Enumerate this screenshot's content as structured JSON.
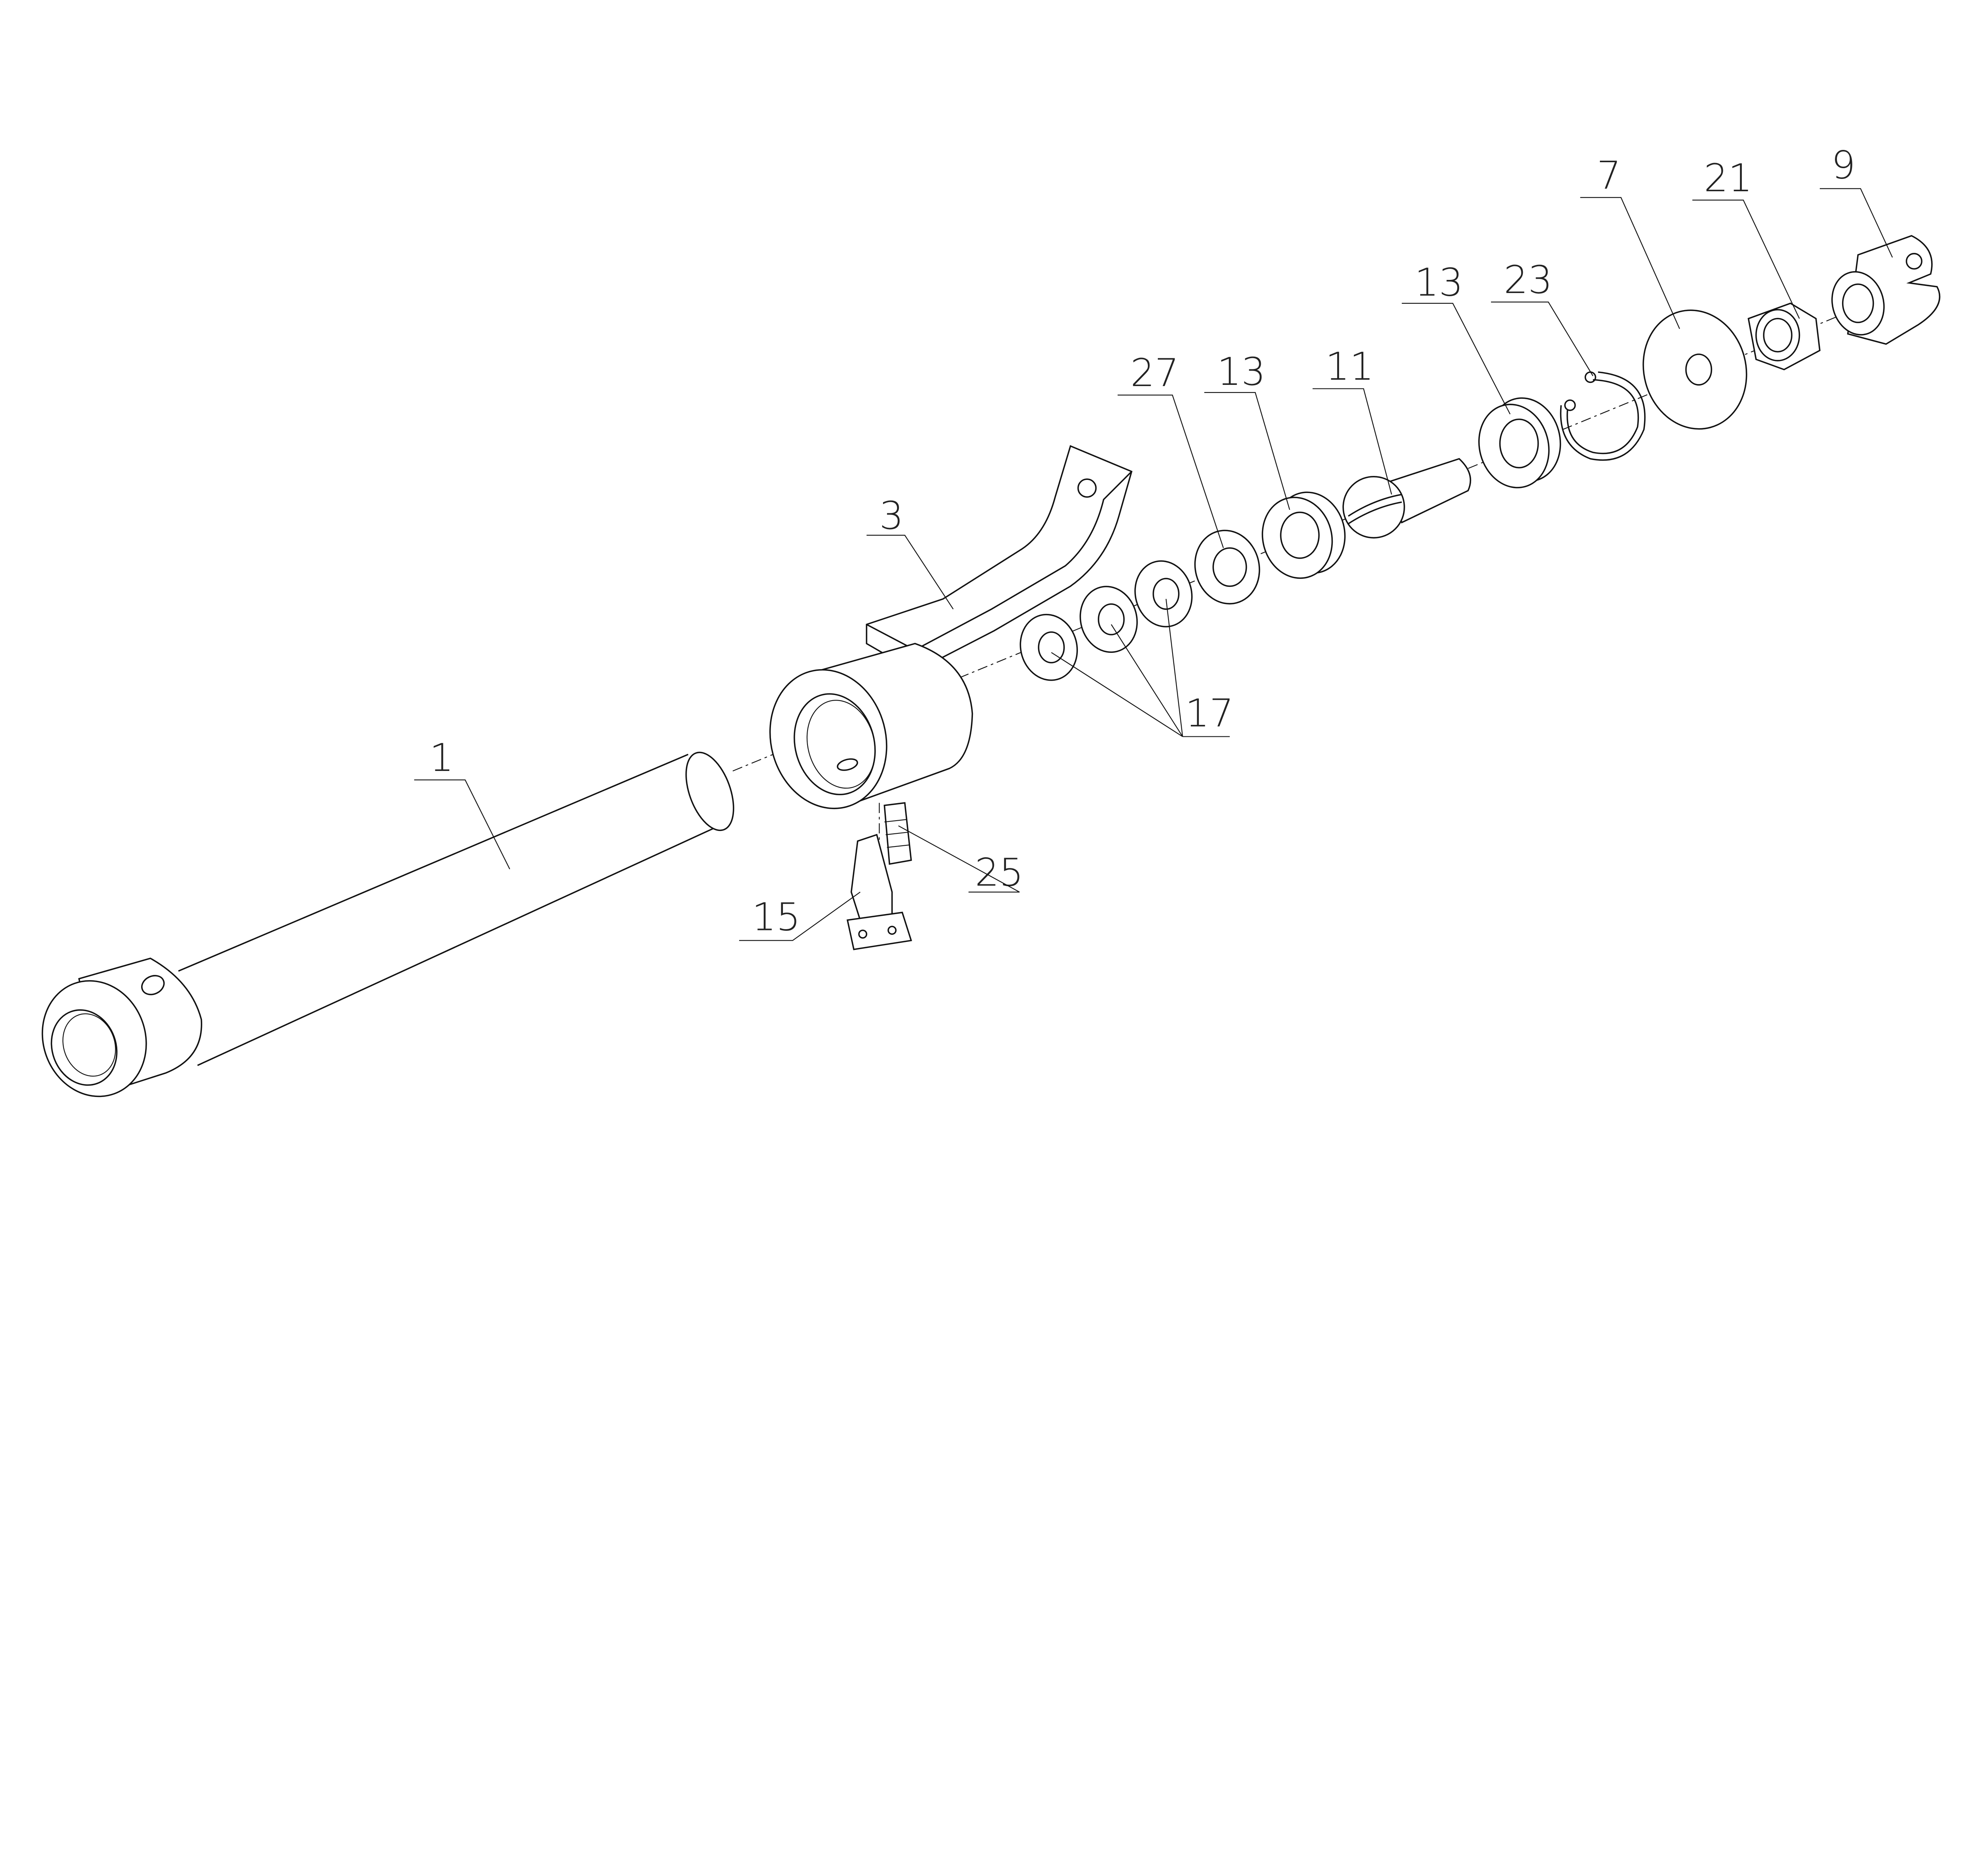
{
  "diagram": {
    "type": "exploded-assembly-view",
    "line_color": "#111111",
    "callouts": [
      {
        "id": "c1",
        "label": "1"
      },
      {
        "id": "c3",
        "label": "3"
      },
      {
        "id": "c7",
        "label": "7"
      },
      {
        "id": "c9",
        "label": "9"
      },
      {
        "id": "c11",
        "label": "11"
      },
      {
        "id": "c13a",
        "label": "13"
      },
      {
        "id": "c13b",
        "label": "13"
      },
      {
        "id": "c15",
        "label": "15"
      },
      {
        "id": "c17",
        "label": "17"
      },
      {
        "id": "c21",
        "label": "21"
      },
      {
        "id": "c23",
        "label": "23"
      },
      {
        "id": "c25",
        "label": "25"
      },
      {
        "id": "c27",
        "label": "27"
      }
    ]
  }
}
